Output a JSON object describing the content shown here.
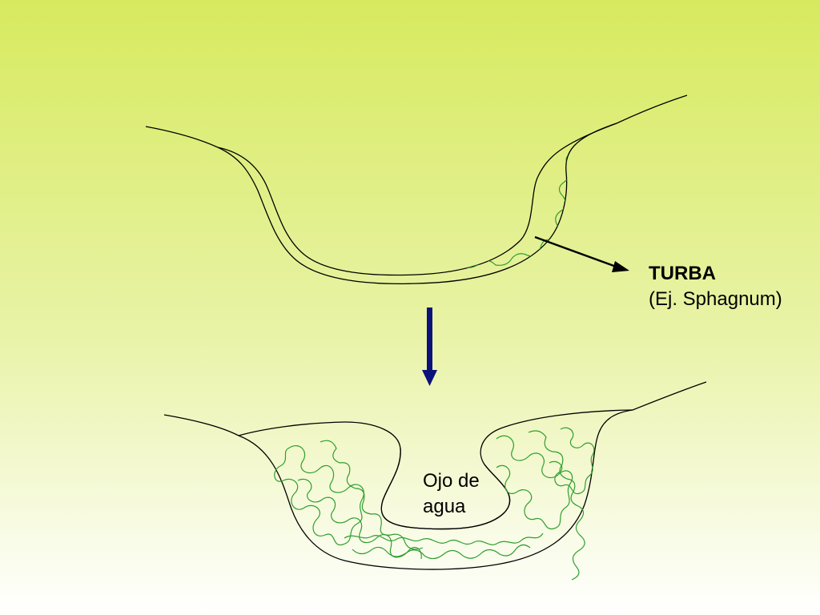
{
  "colors": {
    "bg_top": "#d7ea5e",
    "bg_bottom": "#ffffff",
    "outline": "#000000",
    "moss": "#2f9e2f",
    "arrow_down": "#0b127a"
  },
  "labels": {
    "turba_title": "TURBA",
    "turba_sub": "(Ej. Sphagnum)",
    "ojo_line1": "Ojo de",
    "ojo_line2": "agua"
  },
  "icons": {
    "down_arrow": "down-arrow-icon",
    "pointer_arrow": "pointer-arrow-icon"
  }
}
